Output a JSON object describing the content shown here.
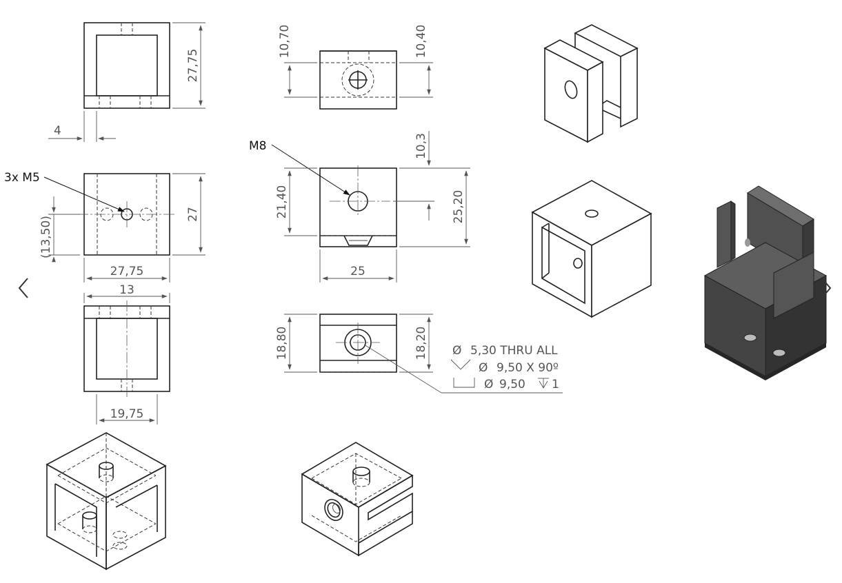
{
  "dimensions": {
    "d27_75_top": "27,75",
    "d4": "4",
    "d27": "27",
    "d13_50": "(13,50)",
    "d27_75_bottom": "27,75",
    "d13": "13",
    "d19_75": "19,75",
    "d10_70": "10,70",
    "d10_40": "10,40",
    "d10_3": "10,3",
    "d21_40": "21,40",
    "d25_20": "25,20",
    "d25": "25",
    "d18_80": "18,80",
    "d18_20": "18,20"
  },
  "callouts": {
    "m5": "3x M5",
    "m8": "M8",
    "hole_line1": "5,30 THRU ALL",
    "hole_line2": "9,50 X 90º",
    "hole_line3": "9,50",
    "hole_line3_depth": "1",
    "diameter_symbol": "Ø"
  },
  "icons": {
    "prev": "chevron-left-icon",
    "next": "chevron-right-icon"
  },
  "colors": {
    "line": "#222222",
    "dimension": "#555555",
    "render_dark": "#3a3a3a",
    "render_mid": "#555555",
    "render_light": "#6e6e6e"
  }
}
